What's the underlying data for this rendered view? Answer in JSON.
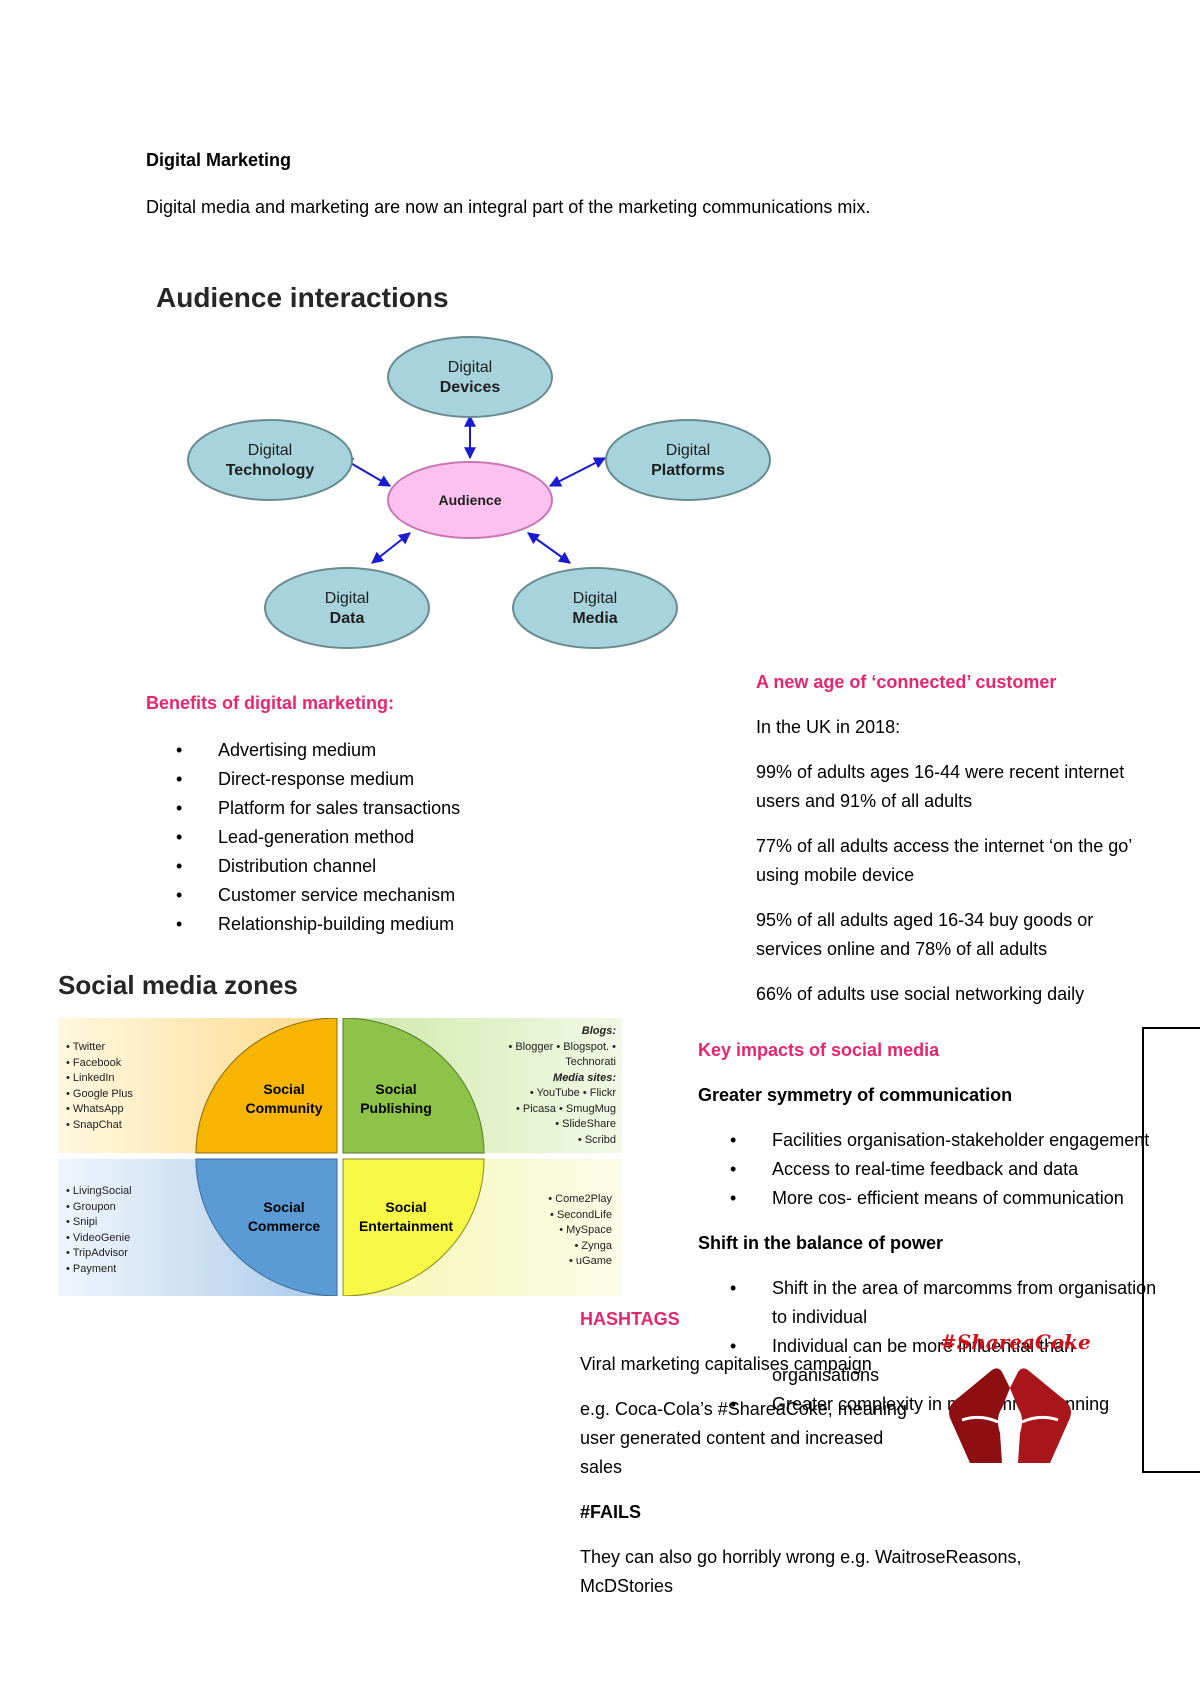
{
  "header": {
    "title": "Digital Marketing",
    "intro": "Digital media and marketing are now an integral part of the marketing communications mix."
  },
  "audience_diagram": {
    "title": "Audience interactions",
    "center": "Audience",
    "nodes": [
      {
        "line1": "Digital",
        "line2": "Devices"
      },
      {
        "line1": "Digital",
        "line2": "Technology"
      },
      {
        "line1": "Digital",
        "line2": "Platforms"
      },
      {
        "line1": "Digital",
        "line2": "Data"
      },
      {
        "line1": "Digital",
        "line2": "Media"
      }
    ]
  },
  "benefits": {
    "heading": "Benefits of digital marketing:",
    "items": [
      "Advertising medium",
      "Direct-response medium",
      "Platform for sales transactions",
      "Lead-generation method",
      "Distribution channel",
      "Customer service mechanism",
      "Relationship-building medium"
    ]
  },
  "connected": {
    "heading": "A new age of ‘connected’ customer",
    "intro": "In the UK in 2018:",
    "stats": [
      "99% of adults ages 16-44 were recent internet users and 91% of all adults",
      "77% of all adults access the internet ‘on the go’ using mobile device",
      "95% of all adults aged 16-34 buy goods or services online and 78% of all adults",
      "66% of adults use social networking daily"
    ]
  },
  "zones": {
    "title": "Social media zones",
    "community": {
      "label1": "Social",
      "label2": "Community",
      "items": [
        "• Twitter",
        "• Facebook",
        "• LinkedIn",
        "• Google Plus",
        "• WhatsApp",
        "• SnapChat"
      ]
    },
    "publishing": {
      "label1": "Social",
      "label2": "Publishing",
      "items": [
        "Blogs:",
        "• Blogger • Blogspot. •",
        "Technorati",
        "Media sites:",
        "• YouTube • Flickr",
        "• Picasa • SmugMug",
        "• SlideShare",
        "• Scribd"
      ]
    },
    "commerce": {
      "label1": "Social",
      "label2": "Commerce",
      "items": [
        "• LivingSocial",
        "• Groupon",
        "• Snipi",
        "• VideoGenie",
        "• TripAdvisor",
        "• Payment"
      ]
    },
    "entertainment": {
      "label1": "Social",
      "label2": "Entertainment",
      "items": [
        "• Come2Play",
        "• SecondLife",
        "• MySpace",
        "• Zynga",
        "• uGame"
      ]
    }
  },
  "impacts": {
    "heading": "Key impacts of social media",
    "sub1": "Greater symmetry of communication",
    "list1": [
      "Facilities organisation-stakeholder engagement",
      "Access to real-time feedback and data",
      "More cos- efficient means of communication"
    ],
    "sub2": "Shift in the balance of power",
    "list2": [
      "Shift in the area of marcomms from organisation to individual",
      "Individual can be more influential than organisations",
      "Greater complexity in marcomms planning"
    ]
  },
  "hashtags": {
    "heading": "HASHTAGS",
    "line1": "Viral marketing capitalises campaign",
    "line2": "e.g. Coca-Cola’s #ShareaCoke, meaning user generated content and increased sales",
    "fails_heading": "#FAILS",
    "fails_text": "They can also go horribly wrong e.g. WaitroseReasons, McDStories",
    "logo_text": "#ShareaCoke"
  }
}
